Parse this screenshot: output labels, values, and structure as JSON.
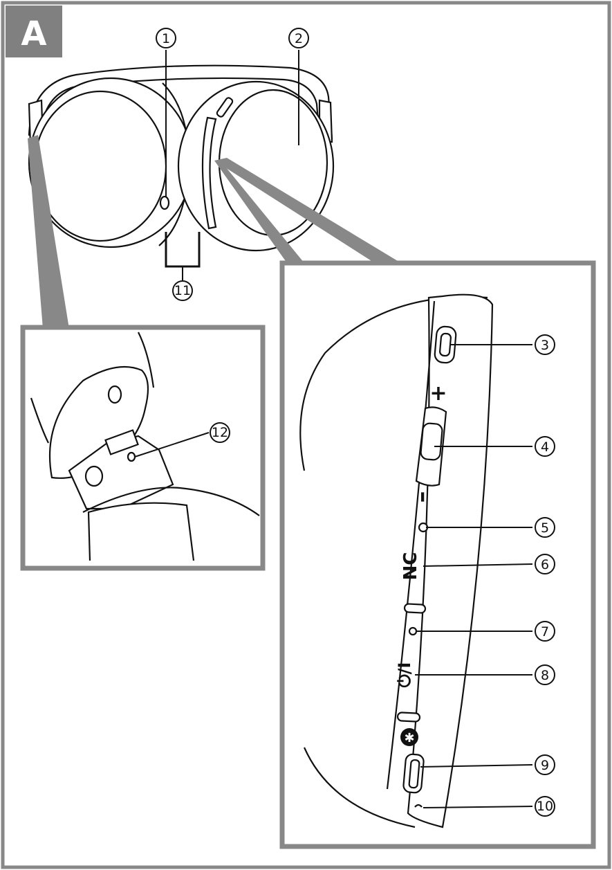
{
  "figure": {
    "badge_label": "A",
    "callouts": [
      {
        "id": "1",
        "label": "①"
      },
      {
        "id": "2",
        "label": "②"
      },
      {
        "id": "3",
        "label": "③"
      },
      {
        "id": "4",
        "label": "④"
      },
      {
        "id": "5",
        "label": "⑤"
      },
      {
        "id": "6",
        "label": "⑥"
      },
      {
        "id": "7",
        "label": "⑦"
      },
      {
        "id": "8",
        "label": "⑧"
      },
      {
        "id": "9",
        "label": "⑨"
      },
      {
        "id": "10",
        "label": "⑩"
      },
      {
        "id": "11",
        "label": "⑪"
      },
      {
        "id": "12",
        "label": "⑫"
      }
    ],
    "controls": {
      "plus": "+",
      "minus": "–",
      "nc": "NC",
      "power": "⏻/I",
      "bluetooth": "✱"
    }
  },
  "colors": {
    "outline": "#111111",
    "panel_border": "#888888",
    "badge_bg": "#808080"
  }
}
